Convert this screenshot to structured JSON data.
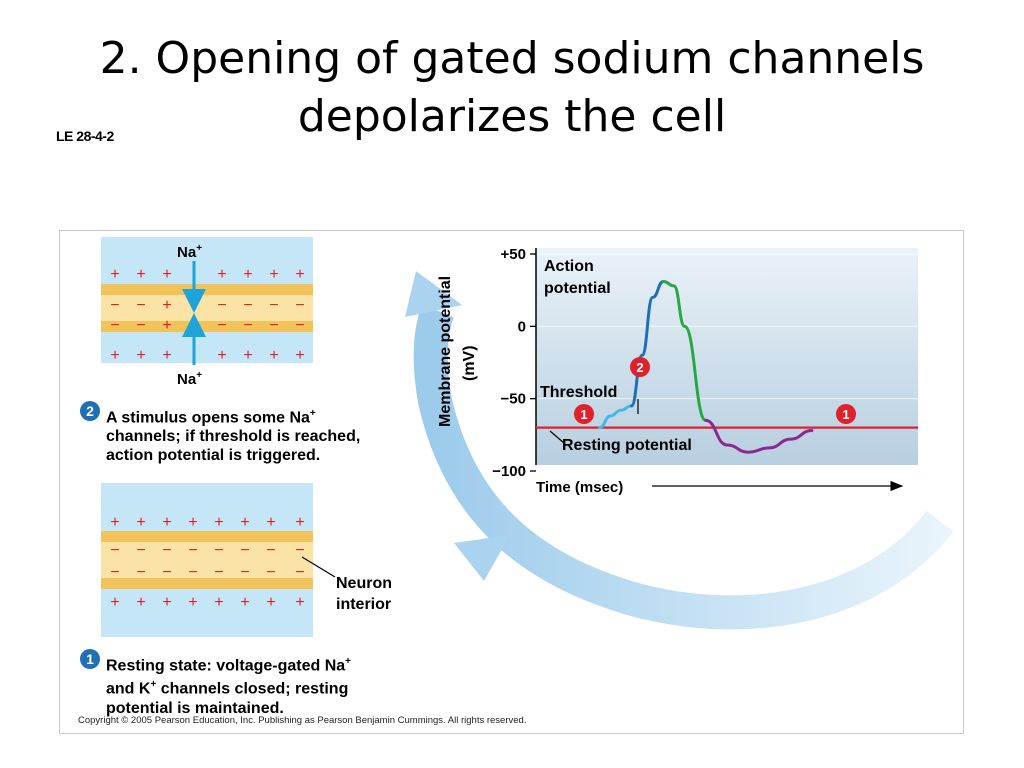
{
  "slide": {
    "title_line1": "2. Opening of gated sodium channels",
    "title_line2": "depolarizes the cell",
    "figure_label": "LE 28-4-2"
  },
  "membrane_top": {
    "ion_label_top": "Na",
    "ion_label_bottom": "Na",
    "ion_sup": "+"
  },
  "step2": {
    "number": "2",
    "line1": "A stimulus opens some Na",
    "line1_sup": "+",
    "line2": "channels; if threshold is reached,",
    "line3": "action potential is triggered."
  },
  "membrane_bottom": {
    "label_line1": "Neuron",
    "label_line2": "interior"
  },
  "step1": {
    "number": "1",
    "line1": "Resting state: voltage-gated Na",
    "line1_sup": "+",
    "line2_a": "and K",
    "line2_sup": "+",
    "line2_b": " channels closed; resting",
    "line3": "potential is maintained."
  },
  "graph": {
    "ylabel_line1": "Membrane potential",
    "ylabel_line2": "(mV)",
    "xlabel": "Time (msec)",
    "ticks": [
      "+50",
      "0",
      "−50",
      "−100"
    ],
    "label_action_1": "Action",
    "label_action_2": "potential",
    "label_threshold": "Threshold",
    "label_resting": "Resting potential",
    "marker_1": "1",
    "marker_2": "2"
  },
  "copyright": "Copyright ©  2005 Pearson Education, Inc. Publishing as Pearson Benjamin Cummings. All rights reserved.",
  "colors": {
    "membrane_bg": "#c5e6f7",
    "membrane_band": "#fbe3a6",
    "membrane_edge": "#f2c35a",
    "plus_minus": "#e0202a",
    "arrow_blue": "#1fa4d9",
    "resting_line": "#e0202a",
    "rise_light": "#49b6e6",
    "rise_dark": "#1f6fb6",
    "fall_green": "#28a844",
    "undershoot_purple": "#8b2a8c",
    "marker_red": "#e0202a",
    "big_arrow": "#a9d3ee"
  },
  "chart_data": {
    "type": "line",
    "title": "",
    "ylabel": "Membrane potential (mV)",
    "xlabel": "Time (msec)",
    "ylim": [
      -100,
      50
    ],
    "yticks": [
      50,
      0,
      -50,
      -100
    ],
    "threshold_mV": -55,
    "resting_mV": -70,
    "series": [
      {
        "name": "Action potential",
        "x": [
          0,
          1,
          2,
          3,
          3.5,
          4,
          4.5,
          5,
          5.5,
          6,
          6.5,
          7,
          8,
          9,
          10,
          11,
          12,
          13,
          14,
          15,
          16,
          17,
          18
        ],
        "y": [
          -70,
          -70,
          -70,
          -70,
          -62,
          -58,
          -55,
          -20,
          20,
          31,
          28,
          0,
          -65,
          -82,
          -87,
          -84,
          -78,
          -72,
          -70,
          -70,
          -70,
          -70,
          -70
        ]
      }
    ]
  }
}
